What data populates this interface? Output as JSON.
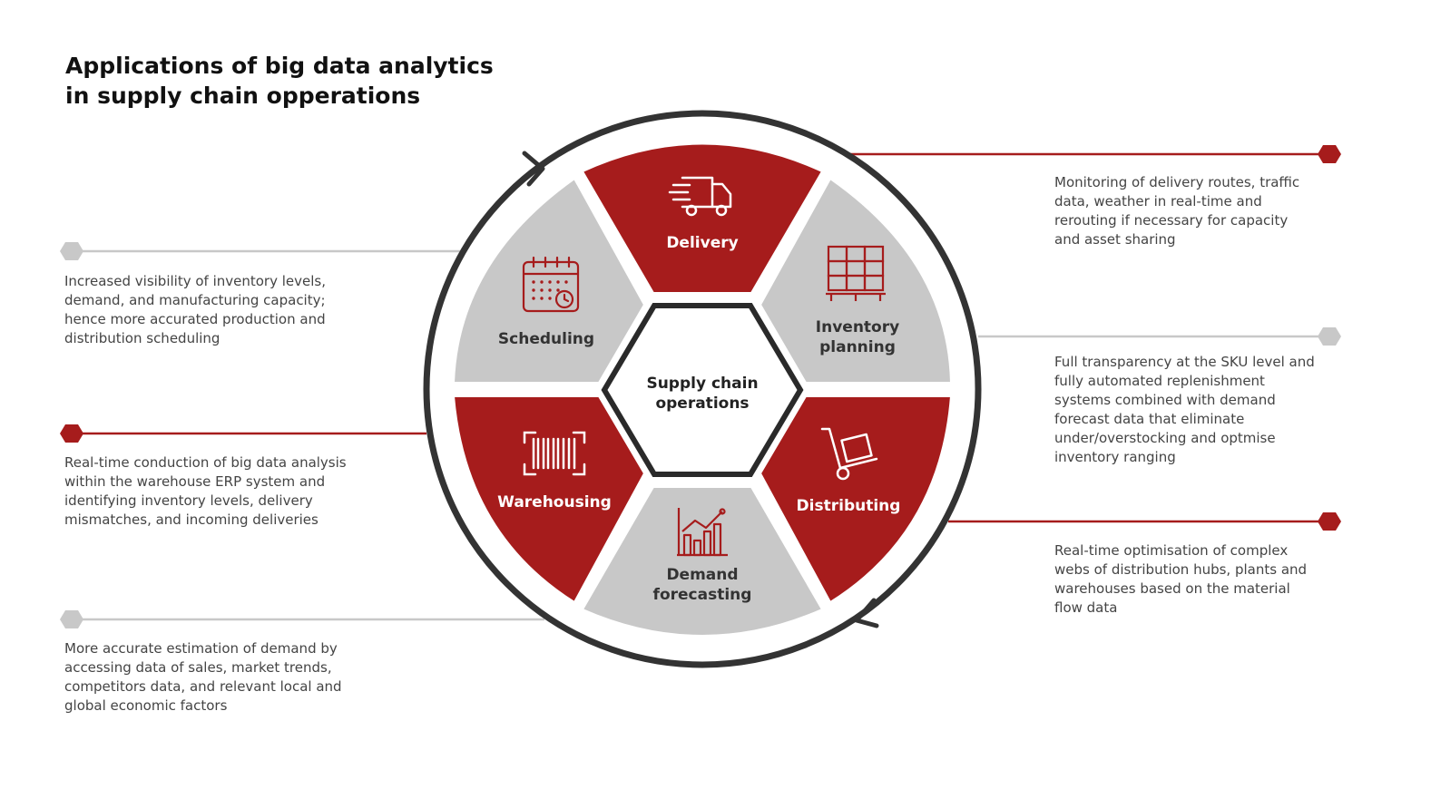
{
  "title": {
    "line1": "Applications of big data analytics",
    "line2": "in supply chain opperations"
  },
  "center": {
    "line1": "Supply chain",
    "line2": "operations"
  },
  "segments": {
    "delivery": {
      "line1": "Delivery",
      "icon": "delivery-truck-icon",
      "color": "#a61c1c"
    },
    "inventory": {
      "line1": "Inventory",
      "line2": "planning",
      "icon": "pallet-boxes-icon",
      "color": "#c8c8c8"
    },
    "distributing": {
      "line1": "Distributing",
      "icon": "hand-truck-icon",
      "color": "#a61c1c"
    },
    "demand": {
      "line1": "Demand",
      "line2": "forecasting",
      "icon": "growth-chart-icon",
      "color": "#c8c8c8"
    },
    "warehousing": {
      "line1": "Warehousing",
      "icon": "barcode-icon",
      "color": "#a61c1c"
    },
    "scheduling": {
      "line1": "Scheduling",
      "icon": "calendar-clock-icon",
      "color": "#c8c8c8"
    }
  },
  "descriptions": {
    "scheduling": {
      "lines": [
        "Increased visibility of inventory levels,",
        "demand, and manufacturing capacity;",
        "hence more accurated production and",
        "distribution scheduling"
      ]
    },
    "warehousing": {
      "lines": [
        "Real-time conduction of big data analysis",
        "within the warehouse ERP system and",
        "identifying inventory levels, delivery",
        "mismatches, and incoming deliveries"
      ]
    },
    "demand": {
      "lines": [
        "More accurate estimation of demand by",
        "accessing data of sales, market trends,",
        "competitors data, and relevant local and",
        "global economic factors"
      ]
    },
    "delivery": {
      "lines": [
        "Monitoring of delivery routes, traffic",
        "data, weather in real-time and",
        "rerouting if necessary for capacity",
        "and asset sharing"
      ]
    },
    "inventory": {
      "lines": [
        "Full transparency at the SKU level and",
        "fully automated replenishment",
        "systems combined with demand",
        "forecast data that eliminate",
        "under/overstocking and optmise",
        "inventory ranging"
      ]
    },
    "distributing": {
      "lines": [
        "Real-time optimisation of complex",
        "webs of distribution hubs, plants and",
        "warehouses based on the material",
        "flow data"
      ]
    }
  },
  "colors": {
    "red": "#a61c1c",
    "gray": "#c8c8c8",
    "ring": "#333333"
  }
}
